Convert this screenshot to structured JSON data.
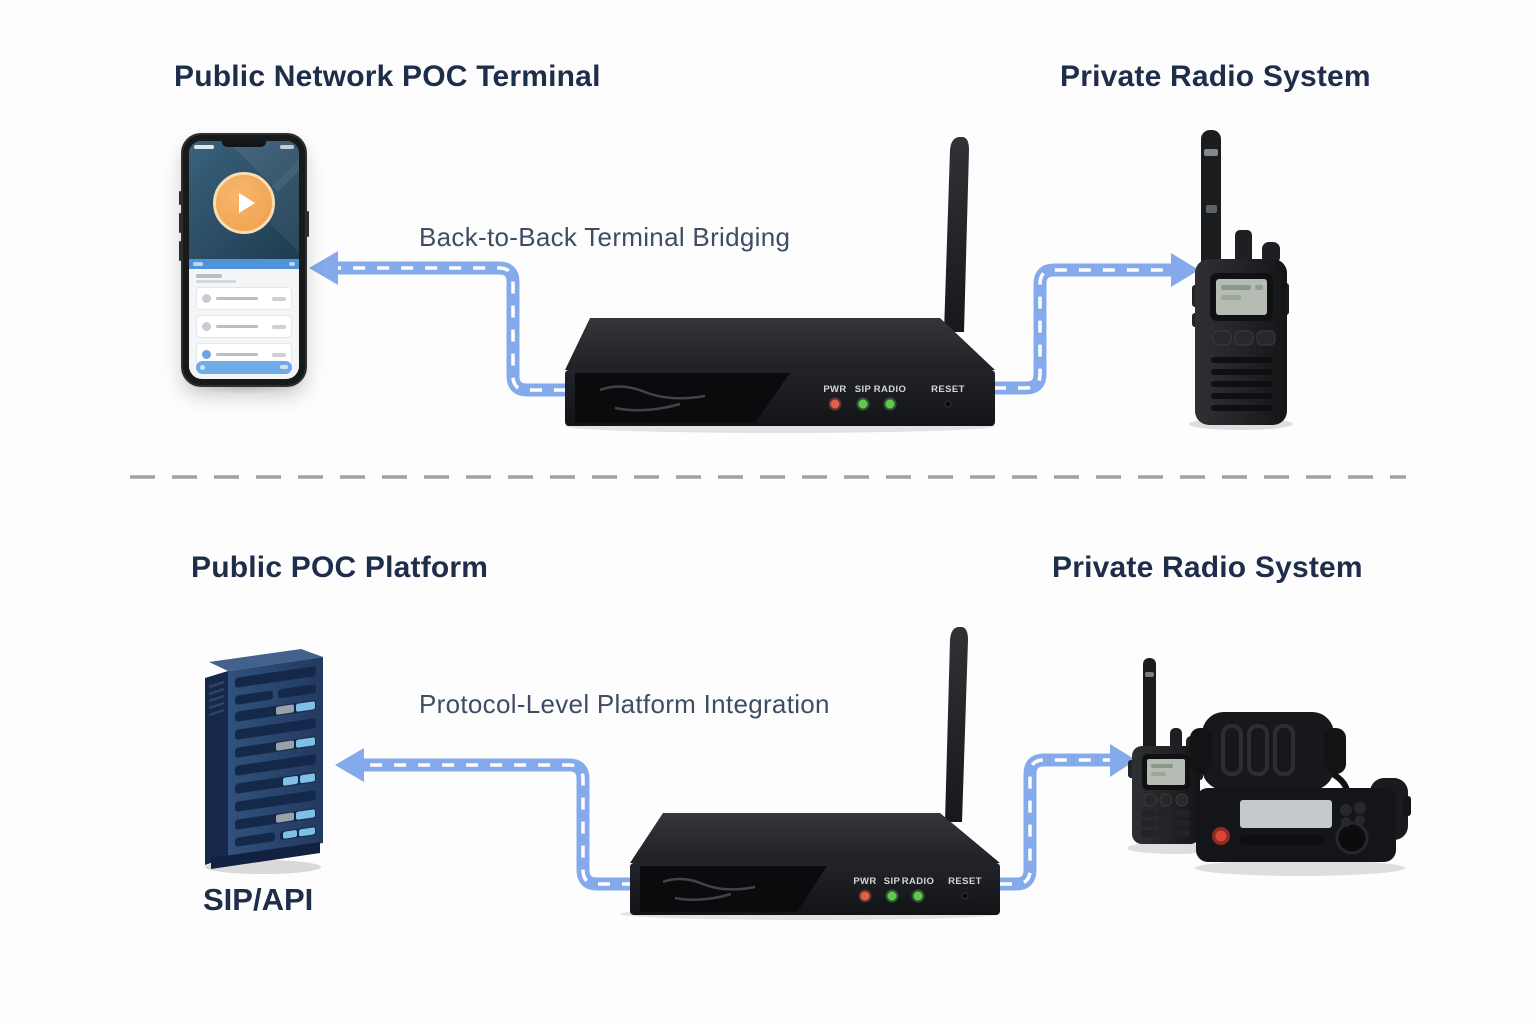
{
  "colors": {
    "background": "#fdfdfd",
    "title_text": "#1e2d4a",
    "connection_label_text": "#3e4d63",
    "arrow_blue": "#84aaec",
    "arrow_dash": "#ffffff",
    "divider_gray": "#a2a2a6",
    "led_red": "#e0614a",
    "led_green": "#5ecb4f",
    "server_blue": "#2c4a75",
    "server_chip_blue": "#7fc0e8",
    "ptt_orange": "#ef9f4b"
  },
  "top_section": {
    "left_title": "Public Network POC Terminal",
    "right_title": "Private Radio System",
    "connection_label": "Back-to-Back Terminal Bridging"
  },
  "bottom_section": {
    "left_title": "Public POC Platform",
    "right_title": "Private Radio System",
    "connection_label": "Protocol-Level Platform Integration",
    "server_caption": "SIP/API"
  },
  "gateway": {
    "leds": [
      {
        "label": "PWR",
        "color": "#e0614a"
      },
      {
        "label": "SIP",
        "color": "#5ecb4f"
      },
      {
        "label": "RADIO",
        "color": "#5ecb4f"
      }
    ],
    "reset_label": "RESET"
  }
}
